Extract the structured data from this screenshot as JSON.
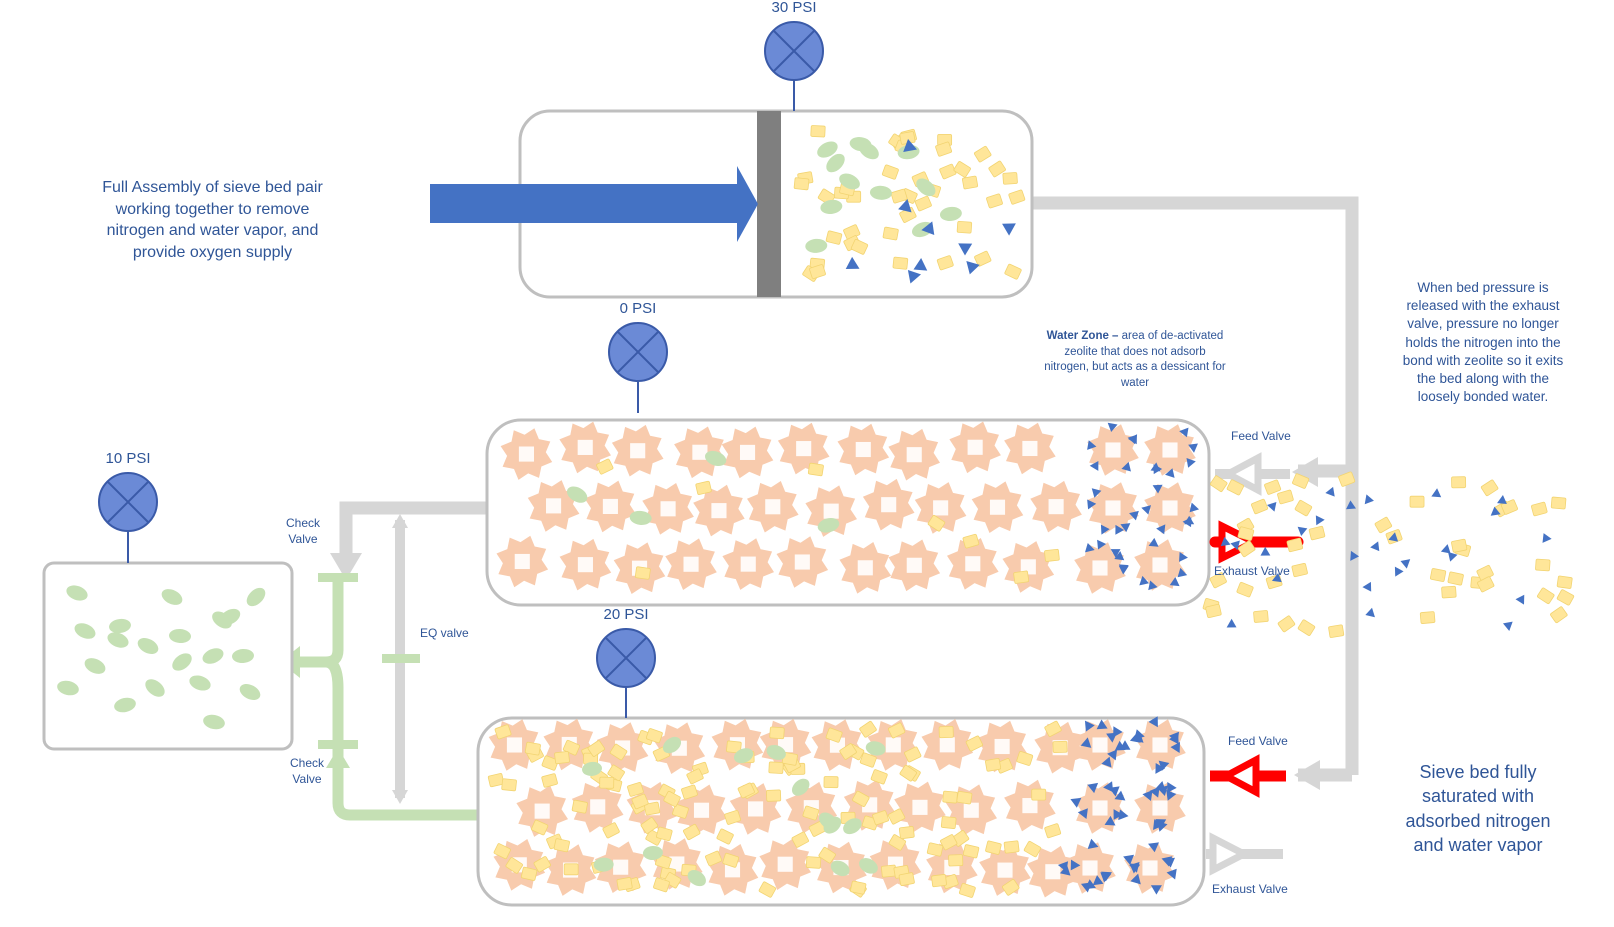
{
  "gauges": {
    "top": {
      "label": "30 PSI"
    },
    "middle": {
      "label": "0 PSI"
    },
    "bottom": {
      "label": "20 PSI"
    },
    "oxygen": {
      "label": "10 PSI"
    }
  },
  "valves": {
    "check_upper": {
      "line1": "Check",
      "line2": "Valve"
    },
    "check_lower": {
      "line1": "Check",
      "line2": "Valve"
    },
    "eq": {
      "label": "EQ valve"
    },
    "feed_middle": {
      "label": "Feed Valve"
    },
    "exhaust_middle": {
      "label": "Exhaust Valve"
    },
    "feed_bottom": {
      "label": "Feed Valve"
    },
    "exhaust_bottom": {
      "label": "Exhaust Valve"
    }
  },
  "notes": {
    "assembly": "Full Assembly of sieve bed pair working together to remove nitrogen and water vapor, and provide oxygen supply",
    "water_zone_title": "Water Zone –",
    "water_zone_body": "area of de-activated zeolite that does not adsorb nitrogen, but acts as a dessicant for water",
    "release": "When bed pressure is released with the exhaust valve, pressure no longer holds the nitrogen into the bond with zeolite so it exits the bed along with the loosely bonded water.",
    "saturated": "Sieve bed fully saturated with adsorbed nitrogen and water vapor"
  },
  "colors": {
    "compressor_arrow": "#4472c4",
    "gauge": "#6b8ad6",
    "gauge_stroke": "#3a5aa8",
    "pipe": "#d6d6d6",
    "oxygen_pipe": "#c5e0b4",
    "zeolite": "#f8cbad",
    "water": "#ffe699",
    "nitrogen": "#4472c4",
    "oxygen": "#c5e0b4",
    "active_valve": "#ff0000",
    "note_text": "#2f5597"
  }
}
